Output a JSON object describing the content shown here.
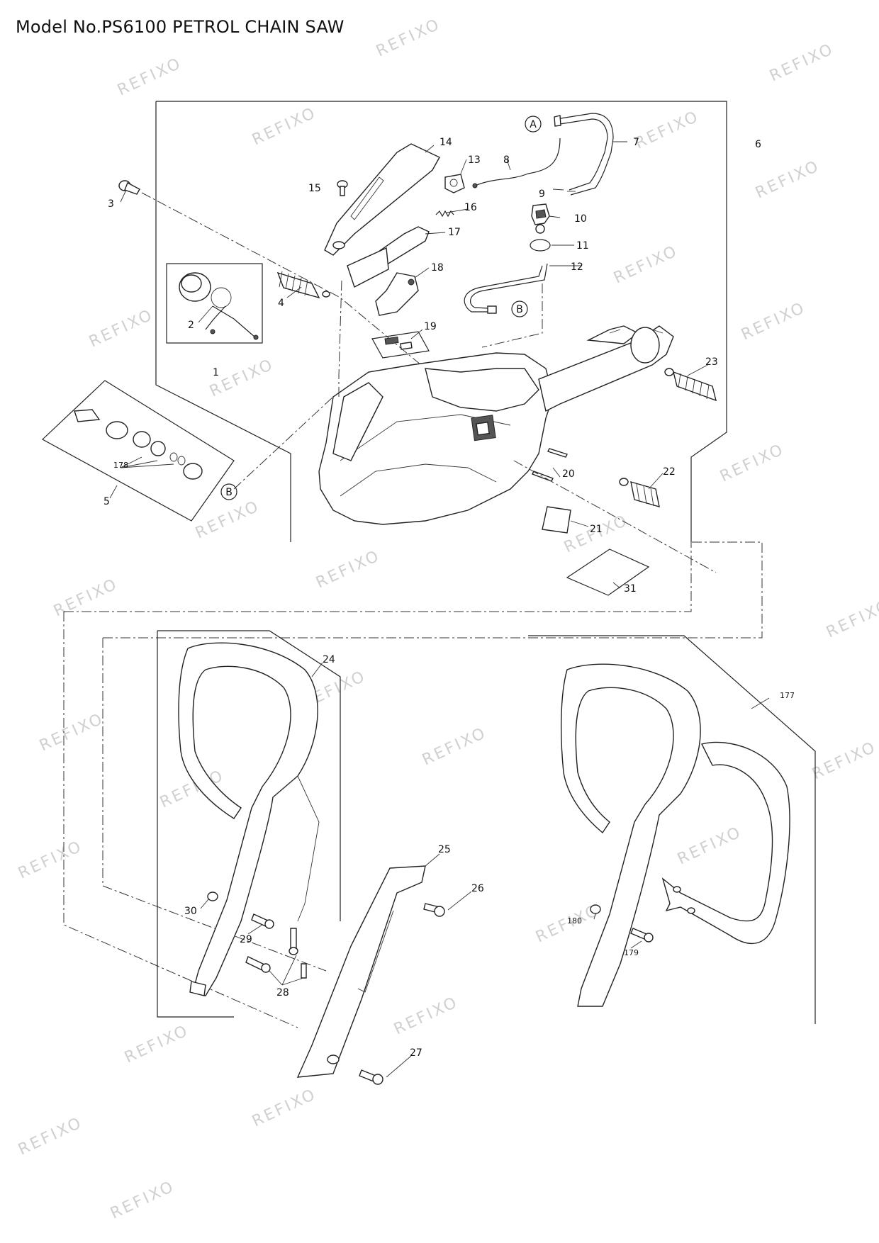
{
  "header": {
    "title": "Model No.PS6100 PETROL CHAIN SAW"
  },
  "watermark": "REFIXO",
  "callouts": {
    "c1": "1",
    "c2": "2",
    "c3": "3",
    "c4": "4",
    "c5": "5",
    "c6": "6",
    "c7": "7",
    "c8": "8",
    "c9": "9",
    "c10": "10",
    "c11": "11",
    "c12": "12",
    "c13": "13",
    "c14": "14",
    "c15": "15",
    "c16": "16",
    "c17": "17",
    "c18": "18",
    "c19": "19",
    "c20": "20",
    "c21": "21",
    "c22": "22",
    "c23": "23",
    "c24": "24",
    "c25": "25",
    "c26": "26",
    "c27": "27",
    "c28": "28",
    "c29": "29",
    "c30": "30",
    "c31": "31",
    "c177": "177",
    "c178": "178",
    "c179": "179",
    "c180": "180"
  },
  "refs": {
    "a": "A",
    "b": "B"
  }
}
